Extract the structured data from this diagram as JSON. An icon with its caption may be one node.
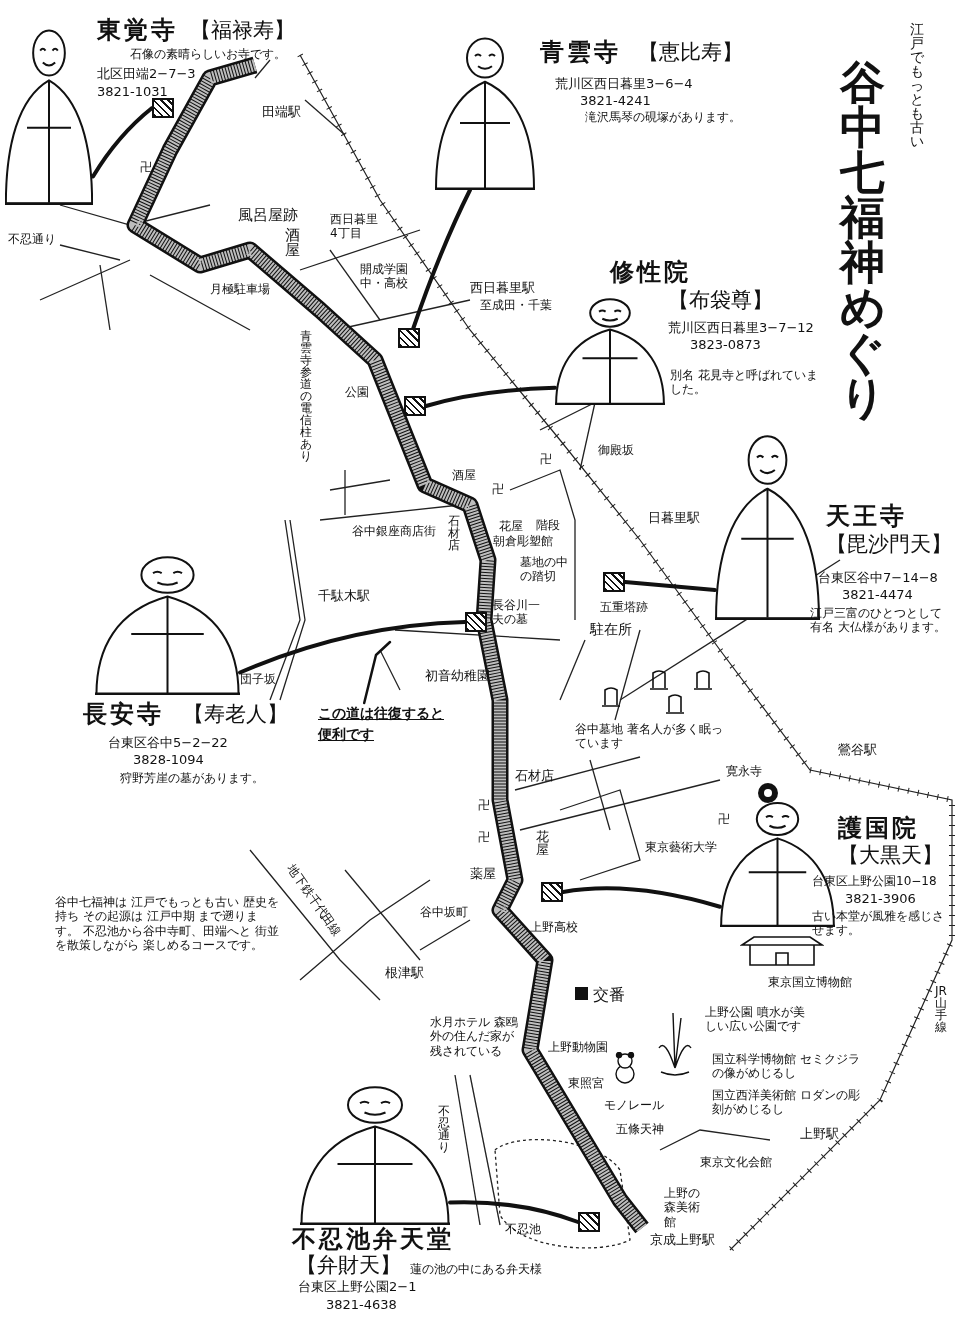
{
  "diagram": {
    "title": "谷中七福神めぐり",
    "nodes": [
      {
        "text": [],
        "shape": "picture",
        "beside": [
          "東覚寺",
          "【福禄寿】",
          "石像の素晴らしいお寺です。",
          "北区田端2−7−3",
          "3821-1031"
        ]
      },
      {
        "text": [],
        "shape": "picture",
        "beside": [
          "青雲寺",
          "【恵比寿】",
          "荒川区西日暮里3−6−4",
          "3821-4241",
          "滝沢馬琴の硯塚があります。"
        ]
      },
      {
        "text": [],
        "shape": "picture",
        "beside": [
          "修性院",
          "【布袋尊】",
          "荒川区西日暮里3−7−12",
          "3823-0873",
          "別名 花見寺と呼ばれていました。"
        ]
      },
      {
        "text": [],
        "shape": "picture",
        "beside": [
          "天王寺",
          "【毘沙門天】",
          "台東区谷中7−14−8",
          "3821-4474",
          "江戸三富のひとつとして有名 大仏様があります。"
        ]
      },
      {
        "text": [],
        "shape": "picture",
        "beside": [
          "長安寺",
          "【寿老人】",
          "台東区谷中5−2−22",
          "3828-1094",
          "狩野芳崖の墓があります。"
        ]
      },
      {
        "text": [],
        "shape": "picture",
        "beside": [
          "護国院",
          "【大黒天】",
          "台東区上野公園10−18",
          "3821-3906",
          "古い本堂が風雅を感じさせます。"
        ]
      },
      {
        "text": [],
        "shape": "picture",
        "beside": [
          "不忍池弁天堂",
          "【弁財天】",
          "蓮の池の中にある弁天様",
          "台東区上野公園2−1",
          "3821-4638"
        ]
      },
      {
        "text": [],
        "shape": "box"
      },
      {
        "text": [],
        "shape": "box"
      },
      {
        "text": [],
        "shape": "box"
      },
      {
        "text": [],
        "shape": "box"
      },
      {
        "text": [],
        "shape": "box"
      },
      {
        "text": [],
        "shape": "box"
      },
      {
        "text": [],
        "shape": "box"
      },
      {
        "text": [
          "この道は往復すると便利です"
        ]
      }
    ],
    "edges": [
      {
        "from": 0,
        "to": 7,
        "arrow": "none"
      },
      {
        "from": 1,
        "to": 8,
        "arrow": "none"
      },
      {
        "from": 2,
        "to": 9,
        "arrow": "none"
      },
      {
        "from": 3,
        "to": 10,
        "arrow": "none"
      },
      {
        "from": 4,
        "to": 11,
        "arrow": "none"
      },
      {
        "from": 5,
        "to": 12,
        "arrow": "none"
      },
      {
        "from": 6,
        "to": 13,
        "arrow": "none"
      },
      {
        "from": 14,
        "to": null,
        "arrow": "none"
      }
    ],
    "labels": [
      "江戸でもっとも古い",
      "田端駅",
      "風呂屋跡",
      "酒屋",
      "月極駐車場",
      "不忍通り",
      "西日暮里4丁目",
      "開成学園中・高校",
      "西日暮里駅",
      "至成田・千葉",
      "青雲寺参道の電信柱あり",
      "公園",
      "酒屋",
      "谷中銀座商店街",
      "石材店",
      "花屋",
      "階段",
      "朝倉彫塑館",
      "御殿坂",
      "日暮里駅",
      "墓地の中の踏切",
      "五重塔跡",
      "長谷川一夫の墓",
      "駐在所",
      "千駄木駅",
      "団子坂",
      "初音幼稚園",
      "谷中墓地 著名人が多く眠っています",
      "石材店",
      "寛永寺",
      "鶯谷駅",
      "東京藝術大学",
      "花屋",
      "薬屋",
      "地下鉄千代田線",
      "谷中坂町",
      "上野高校",
      "交番",
      "上野動物園",
      "東京国立博物館",
      "国立科学博物館 セミクジラの像がめじるし",
      "国立西洋美術館 ロダンの彫刻がめじるし",
      "上野公園 噴水が美しい広い公園です",
      "JR山手線",
      "根津駅",
      "水月ホテル 森鴎外の住んだ家が残されている",
      "東照宮",
      "モノレール",
      "五條天神",
      "東京文化会館",
      "上野の森美術館",
      "上野駅",
      "不忍池",
      "不忍通り",
      "京成上野駅",
      "谷中七福神は 江戸でもっとも古い 歴史を持ち その起源は 江戸中期 まで遡ります。 不忍池から谷中寺町、田端へと 街並を散策しながら 楽しめるコースです。",
      "卍",
      "卍",
      "卍",
      "卍",
      "卍",
      "卍"
    ]
  }
}
